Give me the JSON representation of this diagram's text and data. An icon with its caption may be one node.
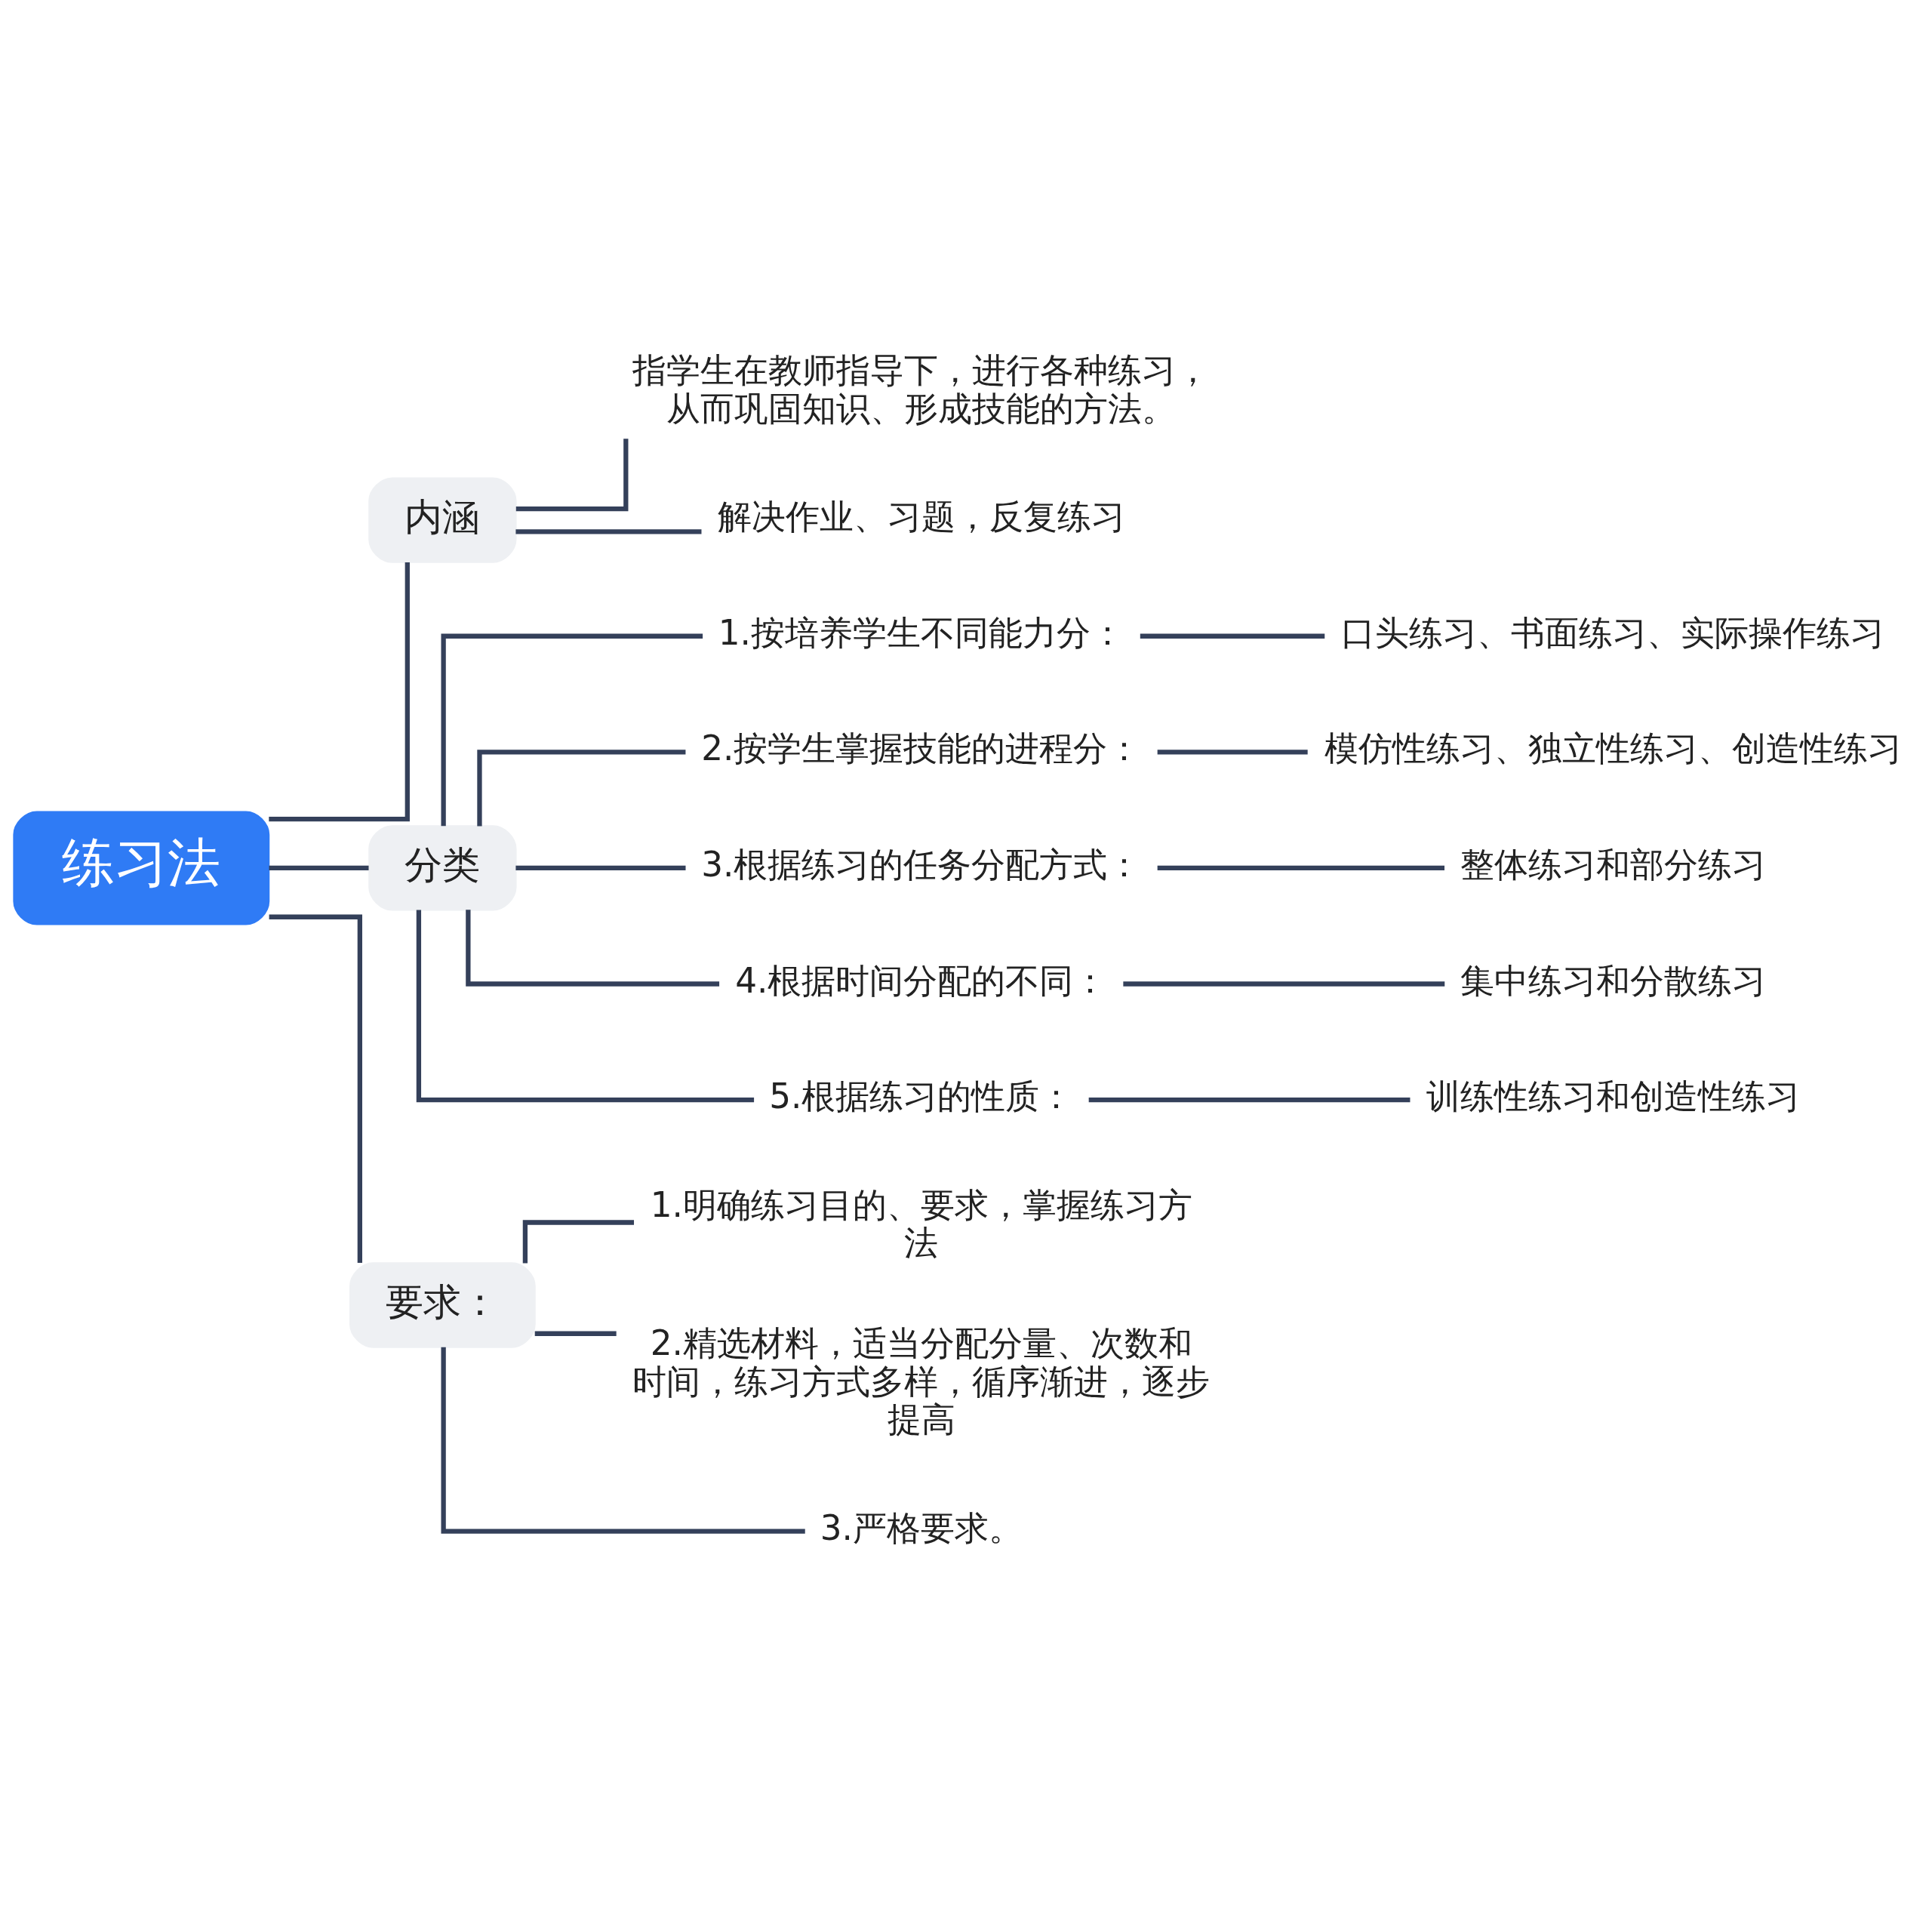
{
  "diagram": {
    "nodes": [
      {
        "text": [
          "练习法"
        ]
      },
      {
        "text": [
          "内涵"
        ]
      },
      {
        "text": [
          "指学生在教师指导下，进行各种练习，从而巩固知识、形成技能的方法。"
        ]
      },
      {
        "text": [
          "解决作业、习题，反复练习"
        ]
      },
      {
        "text": [
          "分类"
        ]
      },
      {
        "text": [
          "1.按培养学生不同能力分："
        ]
      },
      {
        "text": [
          "口头练习、书面练习、实际操作练习"
        ]
      },
      {
        "text": [
          "2.按学生掌握技能的进程分："
        ]
      },
      {
        "text": [
          "模仿性练习、独立性练习、创造性练习"
        ]
      },
      {
        "text": [
          "3.根据练习的任务分配方式："
        ]
      },
      {
        "text": [
          "整体练习和部分练习"
        ]
      },
      {
        "text": [
          "4.根据时间分配的不同："
        ]
      },
      {
        "text": [
          "集中练习和分散练习"
        ]
      },
      {
        "text": [
          "5.根据练习的性质："
        ]
      },
      {
        "text": [
          "训练性练习和创造性练习"
        ]
      },
      {
        "text": [
          "要求："
        ]
      },
      {
        "text": [
          "1.明确练习目的、要求，掌握练习方法"
        ]
      },
      {
        "text": [
          "2.精选材料，适当分配分量、次数和时间，练习方式多样，循序渐进，逐步提高"
        ]
      },
      {
        "text": [
          "3.严格要求。"
        ]
      }
    ],
    "edges": [
      {
        "from": 0,
        "to": 1,
        "arrow": "none"
      },
      {
        "from": 0,
        "to": 4,
        "arrow": "none"
      },
      {
        "from": 0,
        "to": 15,
        "arrow": "none"
      },
      {
        "from": 1,
        "to": 2,
        "arrow": "none"
      },
      {
        "from": 1,
        "to": 3,
        "arrow": "none"
      },
      {
        "from": 4,
        "to": 5,
        "arrow": "none"
      },
      {
        "from": 4,
        "to": 7,
        "arrow": "none"
      },
      {
        "from": 4,
        "to": 9,
        "arrow": "none"
      },
      {
        "from": 4,
        "to": 11,
        "arrow": "none"
      },
      {
        "from": 4,
        "to": 13,
        "arrow": "none"
      },
      {
        "from": 5,
        "to": 6,
        "arrow": "none"
      },
      {
        "from": 7,
        "to": 8,
        "arrow": "none"
      },
      {
        "from": 9,
        "to": 10,
        "arrow": "none"
      },
      {
        "from": 11,
        "to": 12,
        "arrow": "none"
      },
      {
        "from": 13,
        "to": 14,
        "arrow": "none"
      },
      {
        "from": 15,
        "to": 16,
        "arrow": "none"
      },
      {
        "from": 15,
        "to": 17,
        "arrow": "none"
      },
      {
        "from": 15,
        "to": 18,
        "arrow": "none"
      }
    ]
  }
}
